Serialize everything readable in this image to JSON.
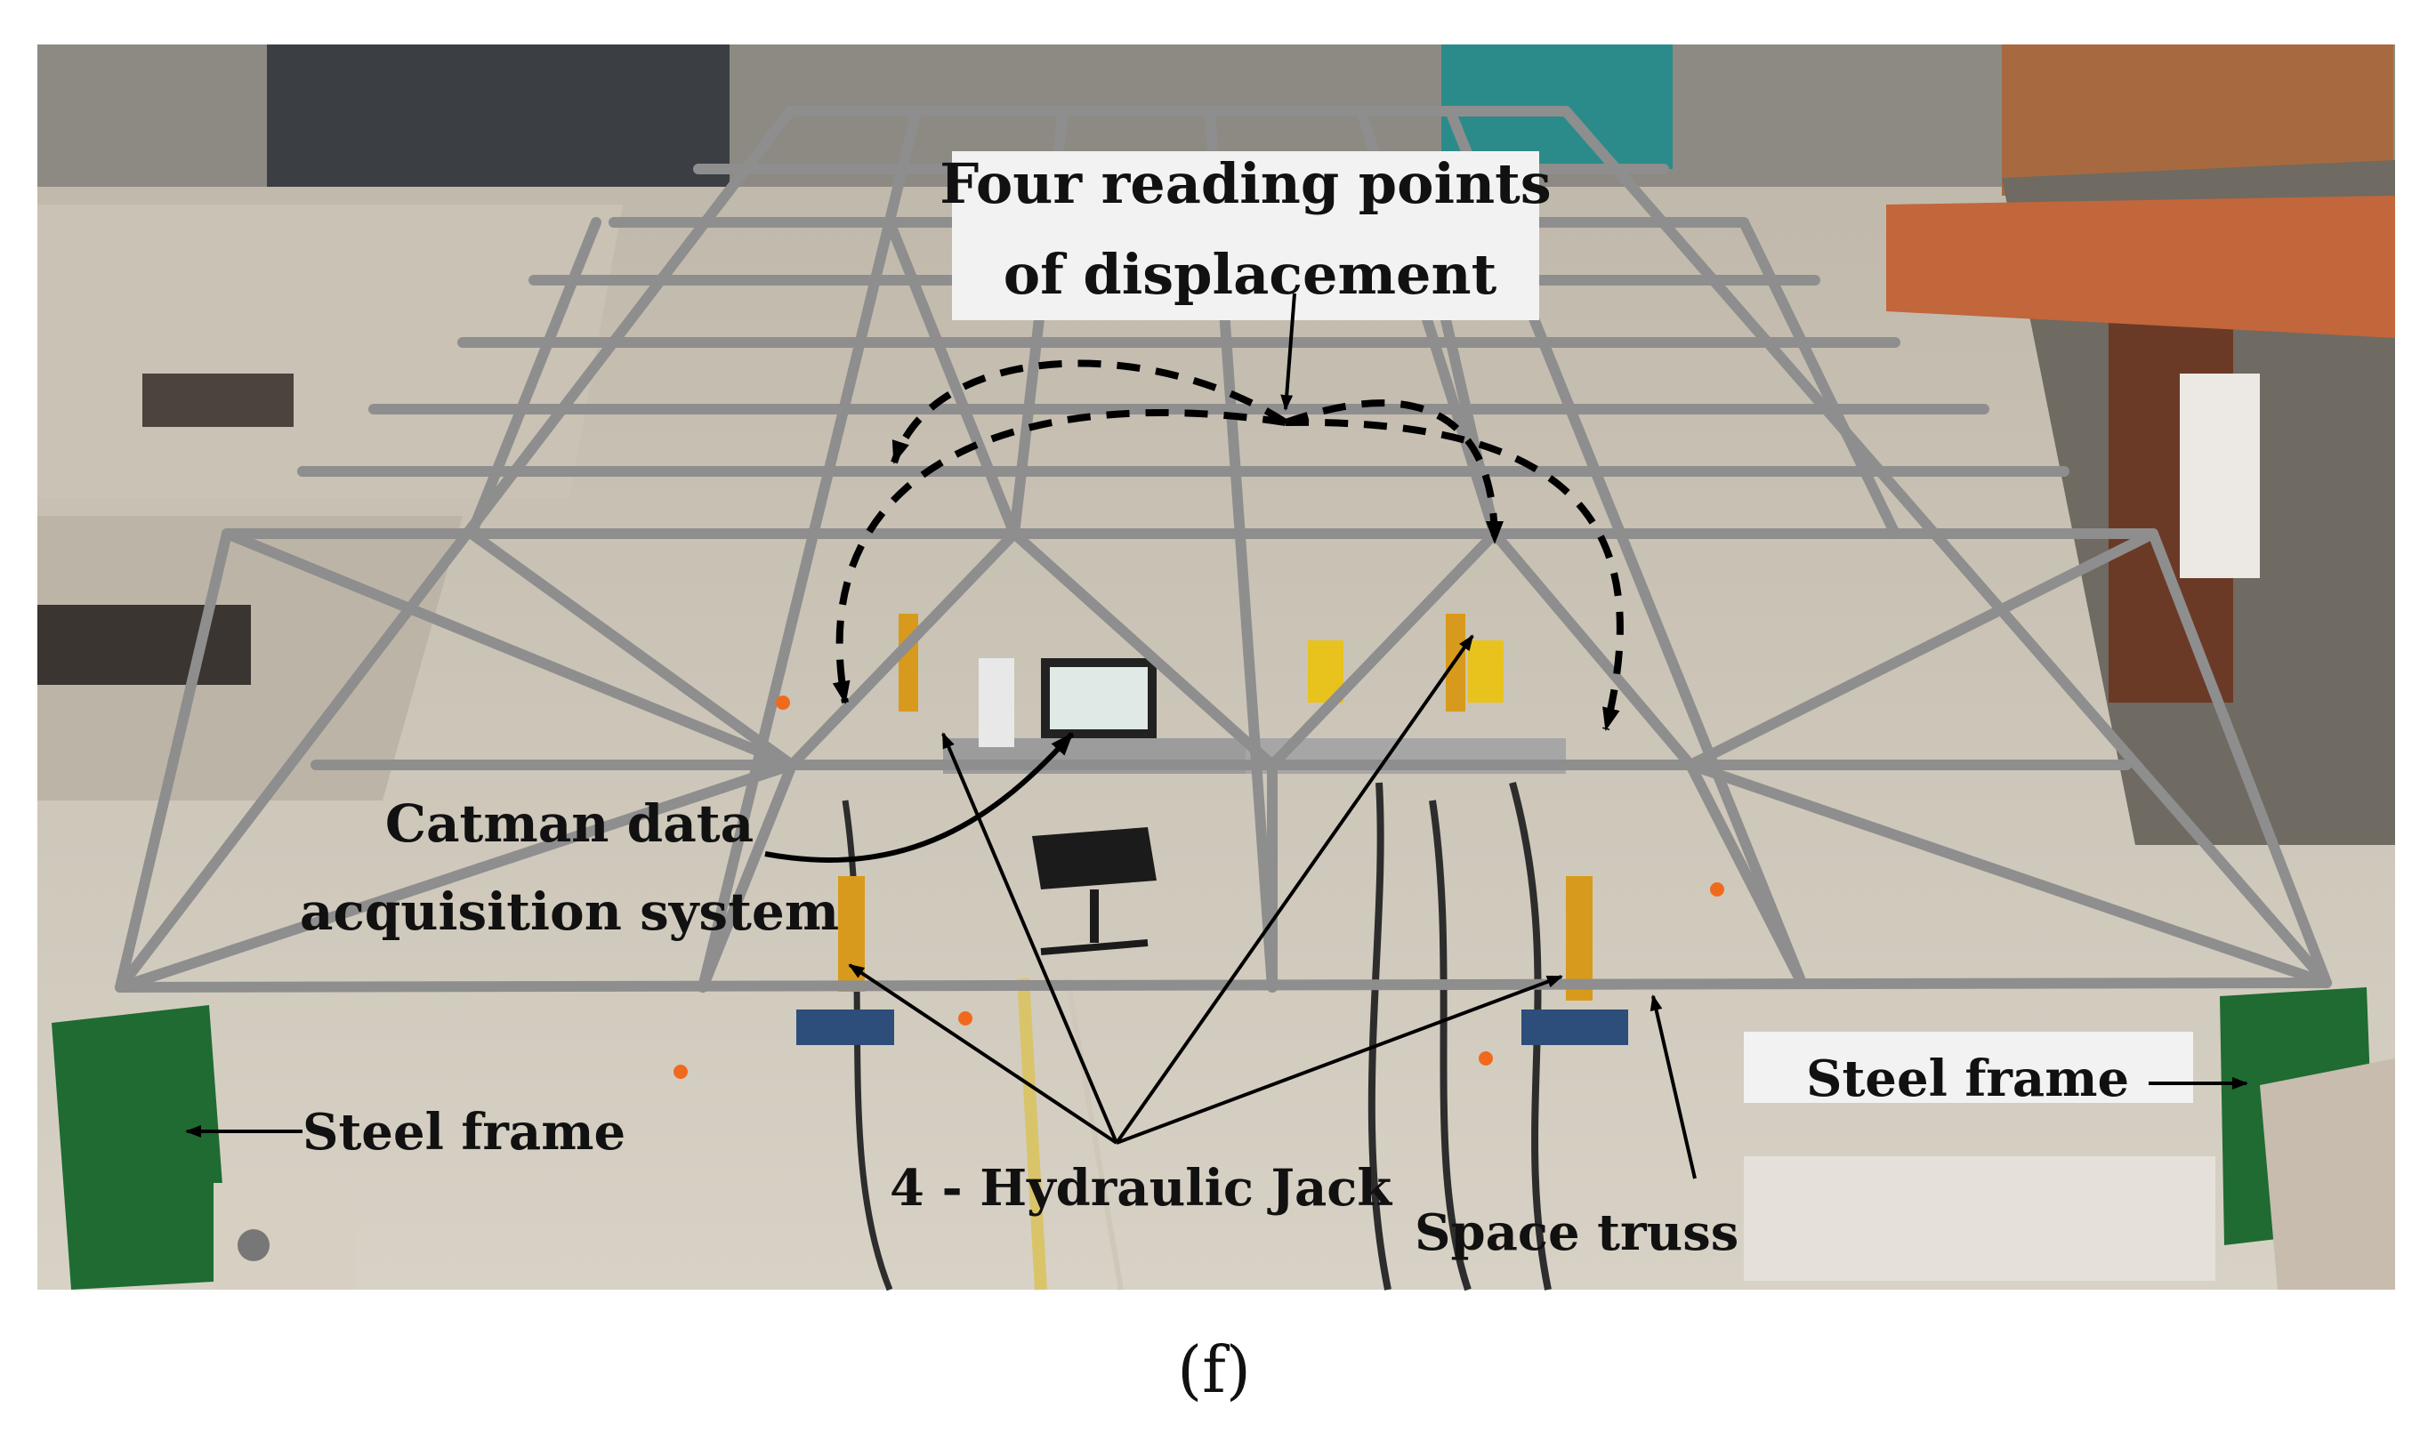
{
  "figure": {
    "caption": "(f)"
  },
  "labels": {
    "four_reading_points_line1": "Four reading points",
    "four_reading_points_line2": "of displacement",
    "catman_line1": "Catman data",
    "catman_line2": "acquisition system",
    "steel_frame_left": "Steel frame",
    "steel_frame_right": "Steel frame",
    "hydraulic_jack": "4 - Hydraulic Jack",
    "space_truss": "Space truss"
  },
  "colors": {
    "frame_green": "#1f6b32",
    "jack_yellow": "#d89a1c",
    "truss_steel": "#8e8e8e",
    "floor": "#cfc8bb",
    "label_bg": "#f2f2f2",
    "pointer_orange": "#f06a1e"
  }
}
